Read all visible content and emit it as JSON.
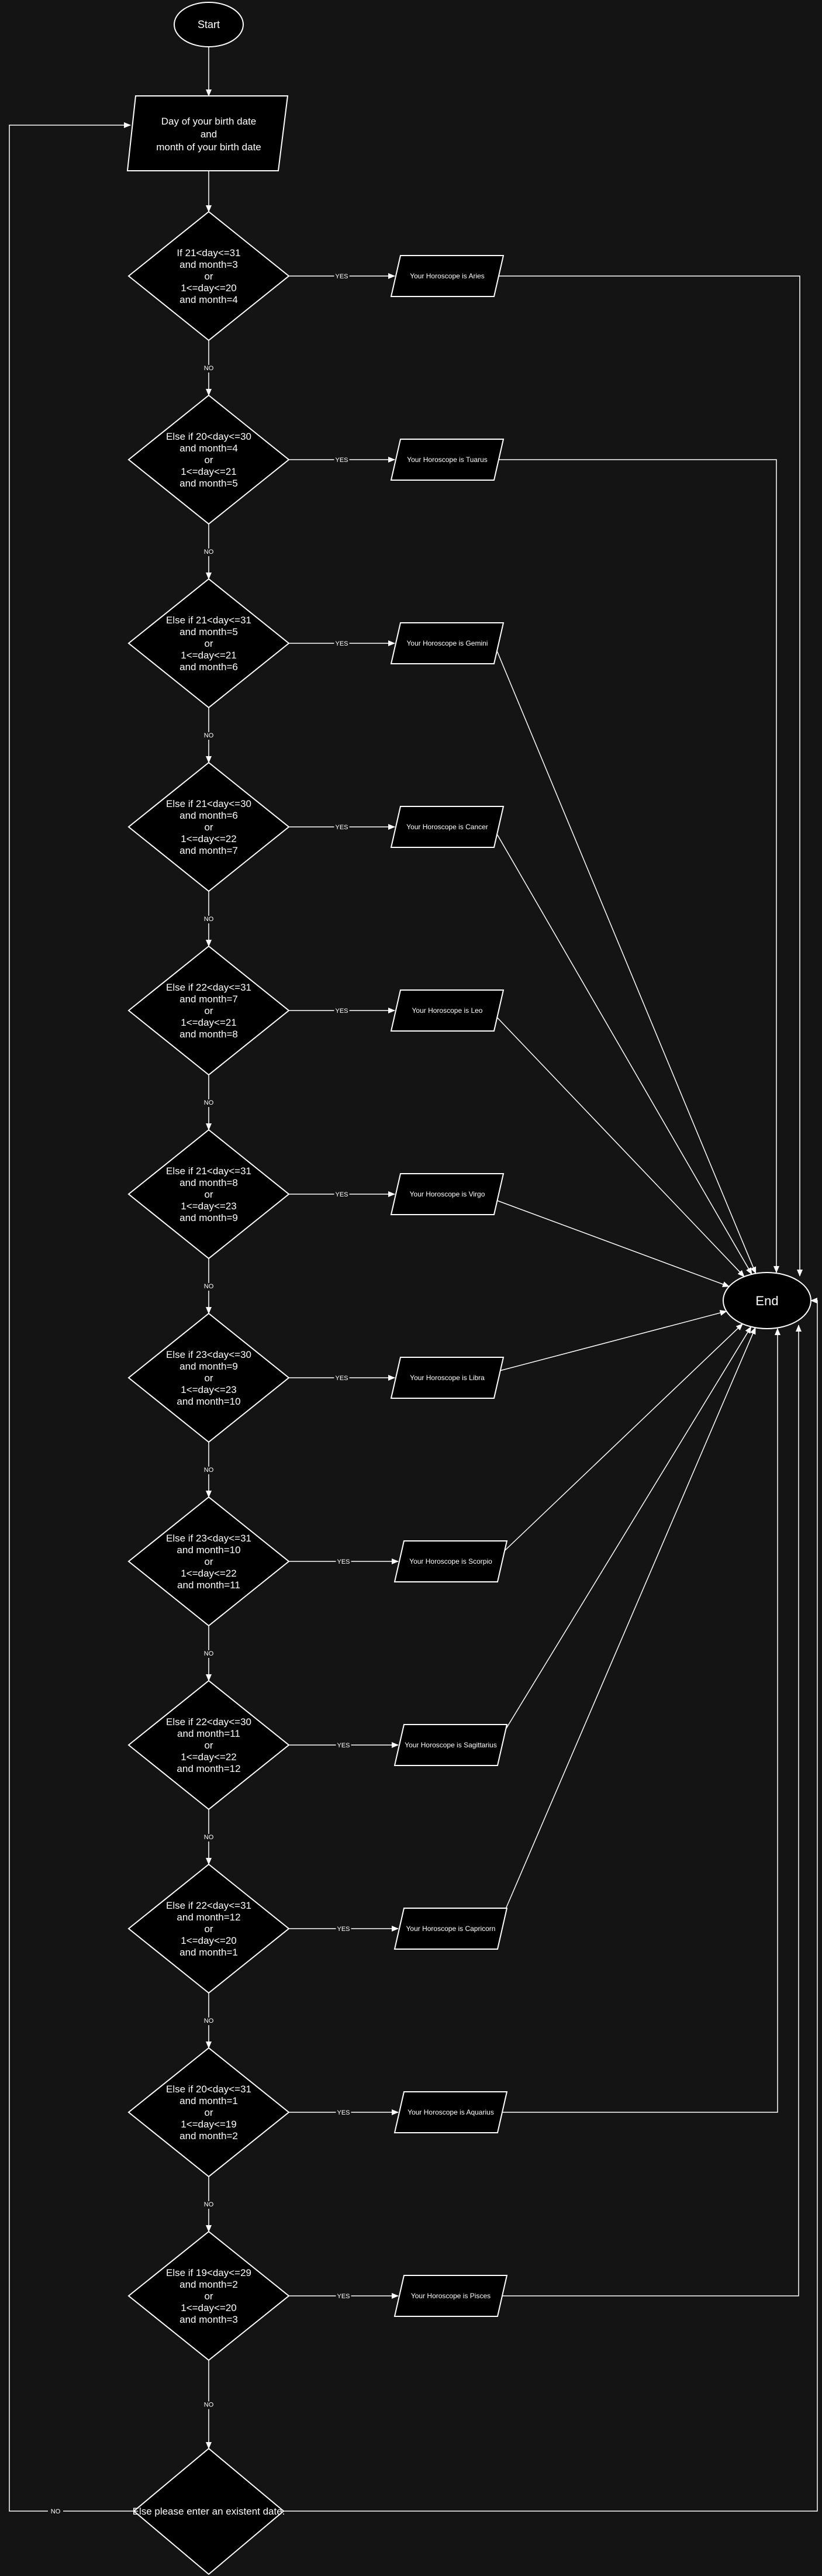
{
  "colors": {
    "background": "#141414",
    "shape_fill": "#000000",
    "stroke": "#ffffff",
    "text": "#ffffff"
  },
  "start": {
    "label": "Start"
  },
  "input": {
    "lines": [
      "Day of your birth date",
      "and",
      "month of your birth date"
    ]
  },
  "end": {
    "label": "End"
  },
  "yes_label": "YES",
  "no_label": "NO",
  "decisions": [
    {
      "lines": [
        "If 21<day<=31",
        "and month=3",
        "or",
        "1<=day<=20",
        "and month=4"
      ],
      "result": "Your Horoscope is Aries"
    },
    {
      "lines": [
        "Else if 20<day<=30",
        "and month=4",
        "or",
        "1<=day<=21",
        "and month=5"
      ],
      "result": "Your Horoscope is Tuarus"
    },
    {
      "lines": [
        "Else if 21<day<=31",
        "and month=5",
        "or",
        "1<=day<=21",
        "and month=6"
      ],
      "result": "Your Horoscope is Gemini"
    },
    {
      "lines": [
        "Else if 21<day<=30",
        "and month=6",
        "or",
        "1<=day<=22",
        "and month=7"
      ],
      "result": "Your Horoscope is  Cancer"
    },
    {
      "lines": [
        "Else if 22<day<=31",
        "and month=7",
        "or",
        "1<=day<=21",
        "and month=8"
      ],
      "result": "Your Horoscope is Leo"
    },
    {
      "lines": [
        "Else if 21<day<=31",
        "and month=8",
        "or",
        "1<=day<=23",
        "and month=9"
      ],
      "result": "Your Horoscope is  Virgo"
    },
    {
      "lines": [
        "Else if 23<day<=30",
        "and month=9",
        "or",
        "1<=day<=23",
        "and month=10"
      ],
      "result": "Your Horoscope is Libra"
    },
    {
      "lines": [
        "Else if 23<day<=31",
        "and month=10",
        "or",
        "1<=day<=22",
        "and month=11"
      ],
      "result": "Your Horoscope is Scorpio"
    },
    {
      "lines": [
        "Else if 22<day<=30",
        "and month=11",
        "or",
        "1<=day<=22",
        "and month=12"
      ],
      "result": "Your Horoscope is Sagittarius"
    },
    {
      "lines": [
        "Else if 22<day<=31",
        "and month=12",
        "or",
        "1<=day<=20",
        "and month=1"
      ],
      "result": "Your Horoscope is Capricorn"
    },
    {
      "lines": [
        "Else if 20<day<=31",
        "and month=1",
        "or",
        "1<=day<=19",
        "and month=2"
      ],
      "result": "Your Horoscope is Aquarius"
    },
    {
      "lines": [
        "Else if 19<day<=29",
        "and month=2",
        "or",
        "1<=day<=20",
        "and month=3"
      ],
      "result": "Your Horoscope is Pisces"
    }
  ],
  "final_decision": {
    "label": "Else please enter an existent date."
  }
}
